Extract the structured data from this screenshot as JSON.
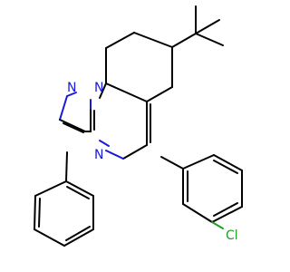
{
  "molecule": {
    "atoms": [
      {
        "id": "N1",
        "element": "N",
        "label": "N"
      },
      {
        "id": "N2",
        "element": "N",
        "label": "N"
      },
      {
        "id": "N3",
        "element": "N",
        "label": "N"
      },
      {
        "id": "Cl",
        "element": "Cl",
        "label": "Cl"
      }
    ],
    "colors": {
      "carbon_bond": "#000000",
      "nitrogen": "#1a1ad6",
      "chlorine": "#1f9e1f",
      "background": "#ffffff"
    }
  }
}
